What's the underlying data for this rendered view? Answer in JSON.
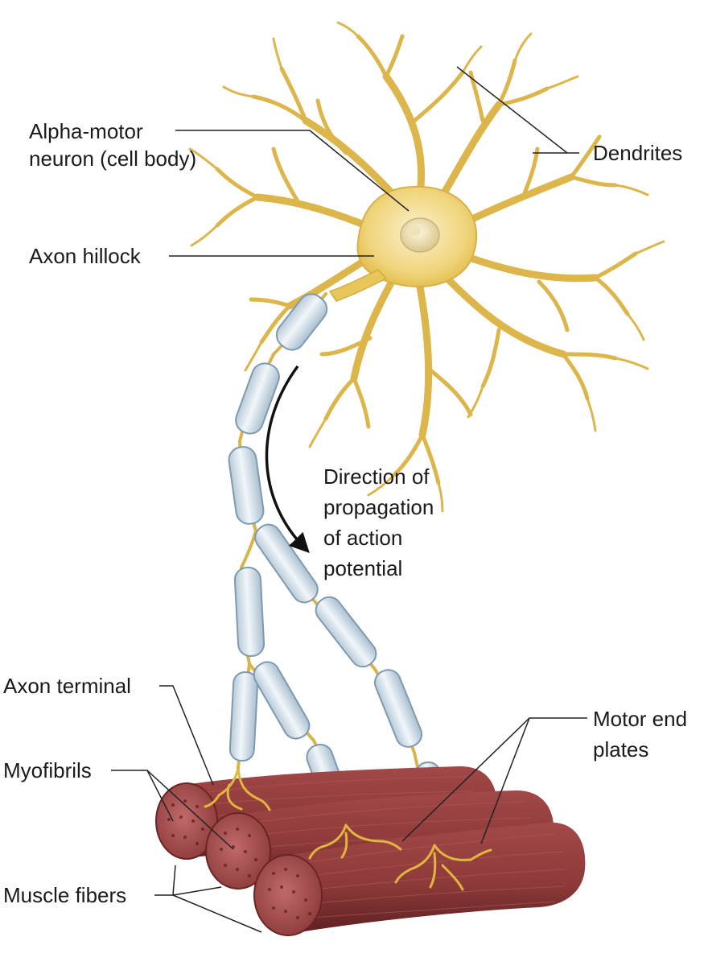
{
  "labels": {
    "alpha_motor_neuron": "Alpha-motor\nneuron (cell body)",
    "dendrites": "Dendrites",
    "axon_hillock": "Axon hillock",
    "direction": "Direction of\npropagation\nof action\npotential",
    "axon_terminal": "Axon terminal",
    "motor_end_plates": "Motor end\nplates",
    "myofibrils": "Myofibrils",
    "muscle_fibers": "Muscle fibers"
  },
  "colors": {
    "neuron": "#e3c04a",
    "neuron_light": "#f6e6a6",
    "myelin": "#d9e6ef",
    "myelin_edge": "#8fa8bd",
    "muscle": "#8e3a3a",
    "muscle_dark": "#6a2424",
    "muscle_end": "#a85555",
    "leader_line": "#222222"
  }
}
